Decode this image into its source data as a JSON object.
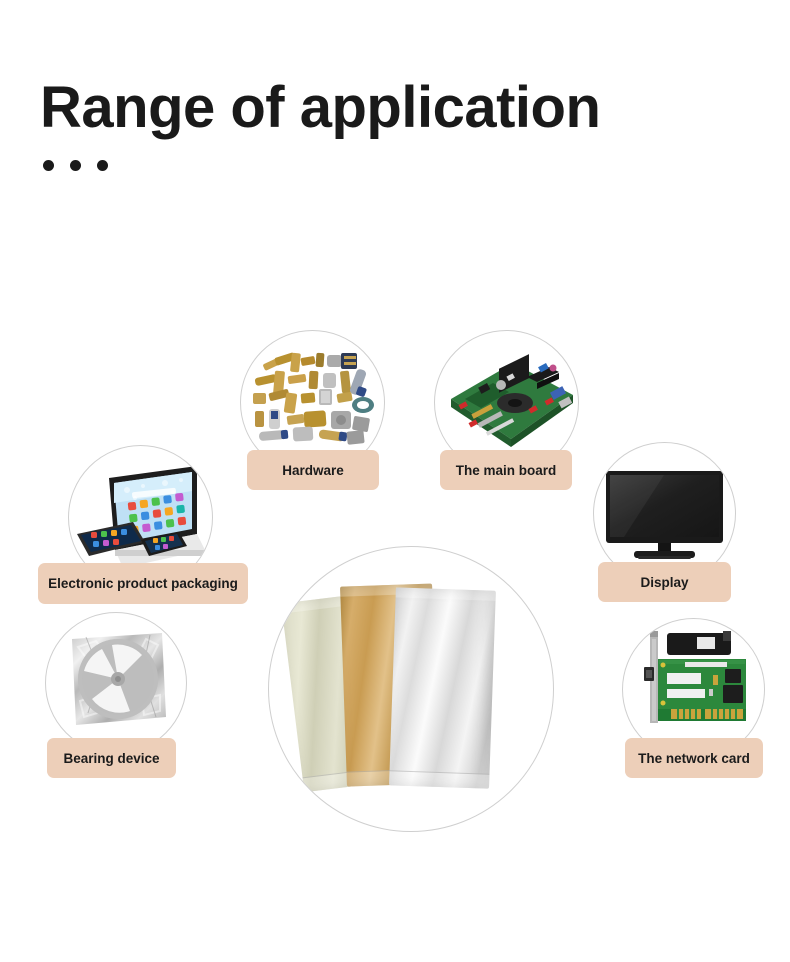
{
  "header": {
    "title": "Range of application",
    "dots": "•••"
  },
  "colors": {
    "chip_background": "#edcfb9",
    "chip_text": "#1b1b1b",
    "circle_border": "#cfcfcf",
    "title_text": "#1a1a1a",
    "page_background": "#ffffff"
  },
  "nodes": [
    {
      "id": "hardware",
      "label": "Hardware",
      "icon": "hardware-fittings-photo"
    },
    {
      "id": "mainboard",
      "label": "The main board",
      "icon": "motherboard-photo"
    },
    {
      "id": "packaging",
      "label": "Electronic product packaging",
      "icon": "laptop-tablet-phone-photo"
    },
    {
      "id": "display",
      "label": "Display",
      "icon": "flat-screen-tv-photo"
    },
    {
      "id": "bearing",
      "label": "Bearing device",
      "icon": "component-reel-in-antistatic-bag-photo"
    },
    {
      "id": "network",
      "label": "The network card",
      "icon": "pci-network-card-photo"
    }
  ],
  "center": {
    "icon": "foil-moisture-barrier-bags-photo",
    "bags": [
      "green-foil-bag",
      "gold-foil-bag",
      "silver-foil-bag"
    ]
  }
}
